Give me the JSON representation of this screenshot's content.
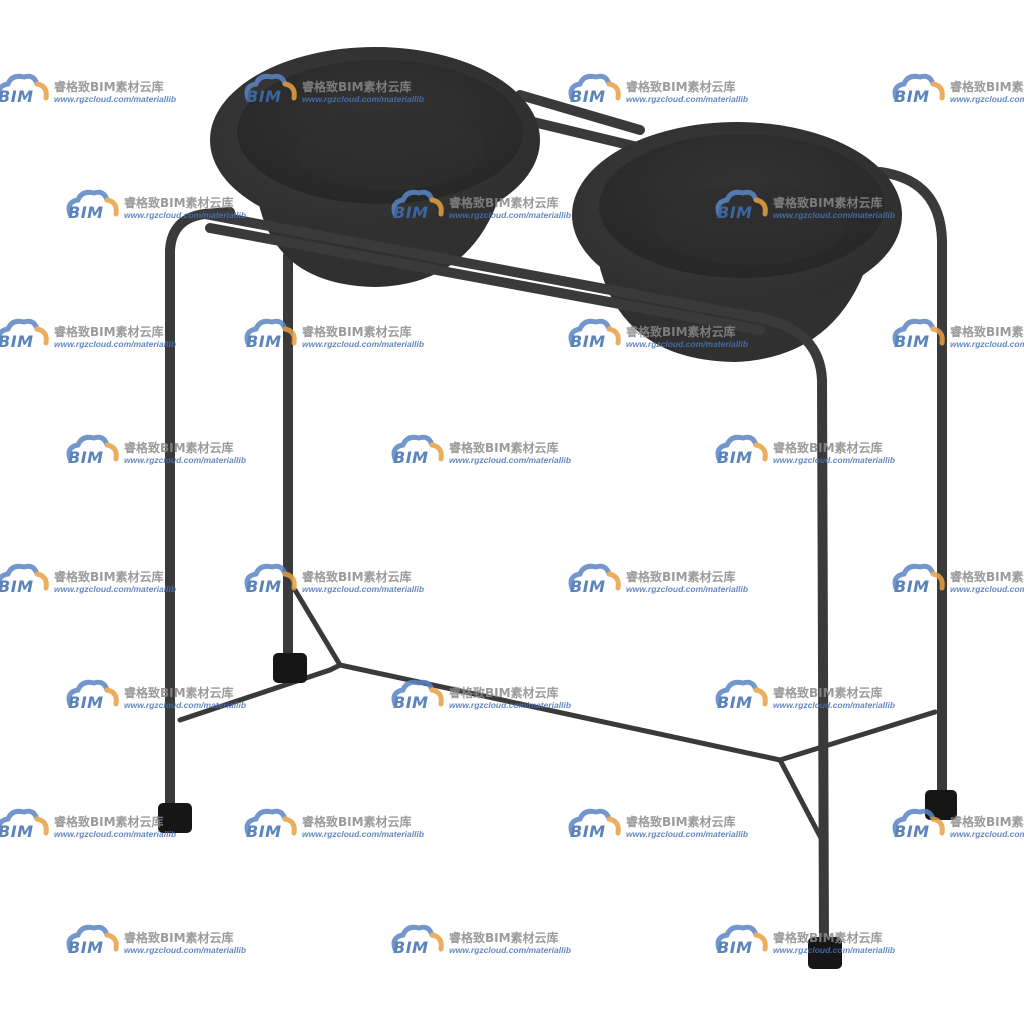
{
  "image": {
    "subject": "Double basin stand",
    "colors": {
      "background": "#ffffff",
      "frame": "#3a3a3a",
      "basin_outer": "#353535",
      "basin_inner": "#2b2b2b",
      "foot_cap": "#161616"
    }
  },
  "watermark": {
    "logo_text": "BIM",
    "brand": "睿格致BIM素材云库",
    "url": "www.rgzcloud.com/materiallib",
    "colors": {
      "cloud_blue": "#5b86c4",
      "cloud_orange": "#e8a043",
      "text_gray": "#8a8a8a"
    }
  }
}
